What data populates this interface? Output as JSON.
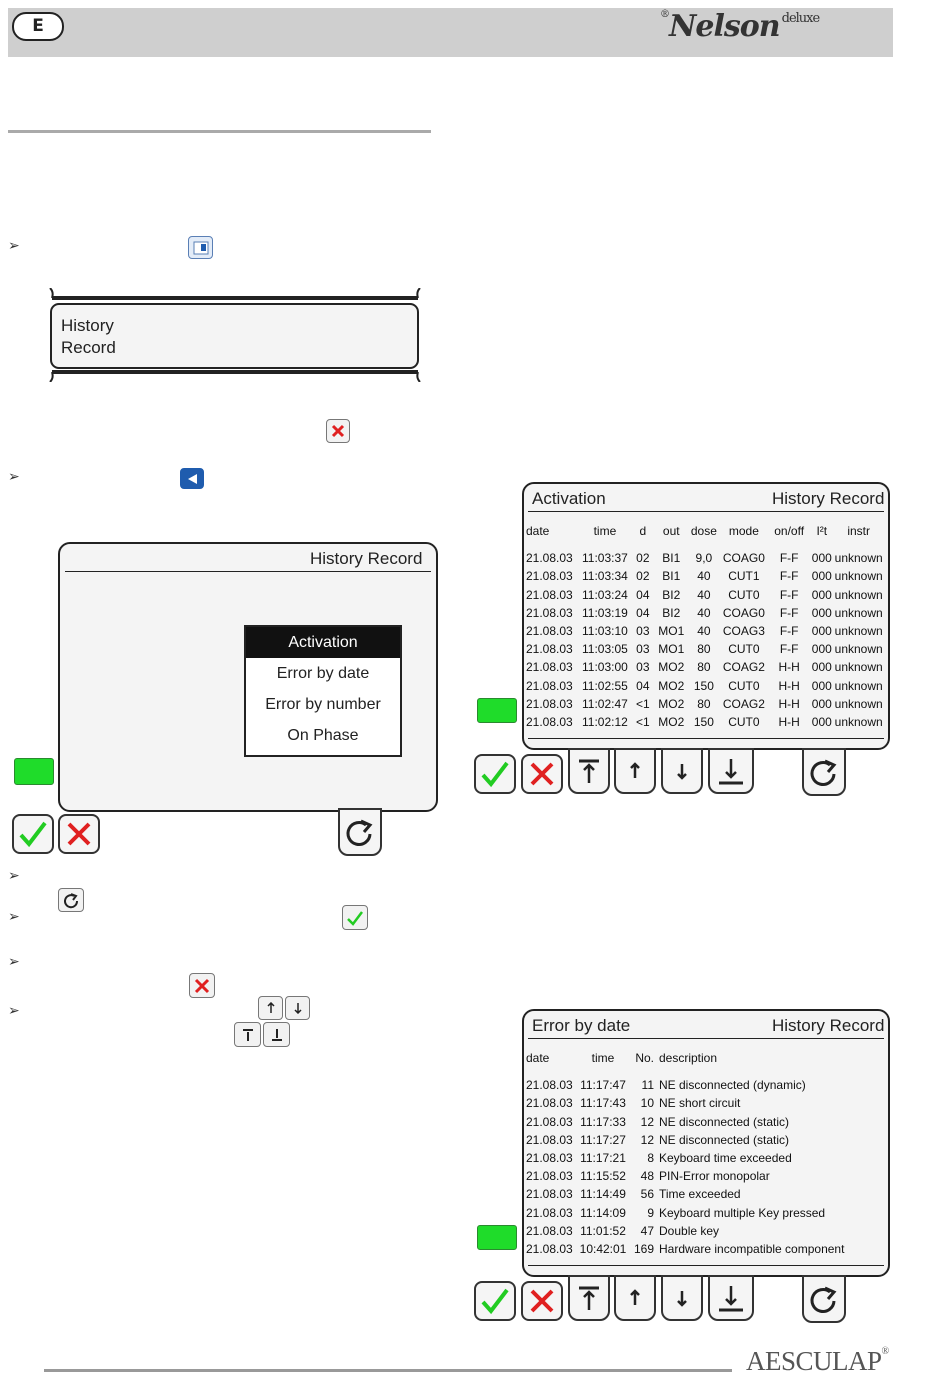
{
  "header": {
    "lang_badge": "E",
    "logo_registered": "®",
    "logo_brand": "Nelson",
    "logo_suffix": "deluxe"
  },
  "bullets": {
    "b1": "➢",
    "b2": "➢",
    "b3": "➢",
    "b4": "➢",
    "b5": "➢",
    "b6": "➢"
  },
  "screen_history_banner": {
    "line1": "History",
    "line2": "Record"
  },
  "screen_menu": {
    "title": "History Record",
    "items": [
      "Activation",
      "Error by date",
      "Error by number",
      "On Phase"
    ],
    "selected_index": 0
  },
  "screen_activation": {
    "left_title": "Activation",
    "right_title": "History Record",
    "columns": [
      "date",
      "time",
      "d",
      "out",
      "dose",
      "mode",
      "on/off",
      "I²t",
      "instr"
    ],
    "rows": [
      [
        "21.08.03",
        "11:03:37",
        "02",
        "BI1",
        "9,0",
        "COAG0",
        "F-F",
        "000",
        "unknown"
      ],
      [
        "21.08.03",
        "11:03:34",
        "02",
        "BI1",
        "40",
        "CUT1",
        "F-F",
        "000",
        "unknown"
      ],
      [
        "21.08.03",
        "11:03:24",
        "04",
        "BI2",
        "40",
        "CUT0",
        "F-F",
        "000",
        "unknown"
      ],
      [
        "21.08.03",
        "11:03:19",
        "04",
        "BI2",
        "40",
        "COAG0",
        "F-F",
        "000",
        "unknown"
      ],
      [
        "21.08.03",
        "11:03:10",
        "03",
        "MO1",
        "40",
        "COAG3",
        "F-F",
        "000",
        "unknown"
      ],
      [
        "21.08.03",
        "11:03:05",
        "03",
        "MO1",
        "80",
        "CUT0",
        "F-F",
        "000",
        "unknown"
      ],
      [
        "21.08.03",
        "11:03:00",
        "03",
        "MO2",
        "80",
        "COAG2",
        "H-H",
        "000",
        "unknown"
      ],
      [
        "21.08.03",
        "11:02:55",
        "04",
        "MO2",
        "150",
        "CUT0",
        "H-H",
        "000",
        "unknown"
      ],
      [
        "21.08.03",
        "11:02:47",
        "<1",
        "MO2",
        "80",
        "COAG2",
        "H-H",
        "000",
        "unknown"
      ],
      [
        "21.08.03",
        "11:02:12",
        "<1",
        "MO2",
        "150",
        "CUT0",
        "H-H",
        "000",
        "unknown"
      ]
    ]
  },
  "screen_error": {
    "left_title": "Error by date",
    "right_title": "History Record",
    "columns": [
      "date",
      "time",
      "No.",
      "description"
    ],
    "rows": [
      [
        "21.08.03",
        "11:17:47",
        "11",
        "NE disconnected (dynamic)"
      ],
      [
        "21.08.03",
        "11:17:43",
        "10",
        "NE short circuit"
      ],
      [
        "21.08.03",
        "11:17:33",
        "12",
        "NE disconnected (static)"
      ],
      [
        "21.08.03",
        "11:17:27",
        "12",
        "NE disconnected (static)"
      ],
      [
        "21.08.03",
        "11:17:21",
        "8",
        "Keyboard time exceeded"
      ],
      [
        "21.08.03",
        "11:15:52",
        "48",
        "PIN-Error monopolar"
      ],
      [
        "21.08.03",
        "11:14:49",
        "56",
        "Time exceeded"
      ],
      [
        "21.08.03",
        "11:14:09",
        "9",
        "Keyboard multiple Key pressed"
      ],
      [
        "21.08.03",
        "11:01:52",
        "47",
        "Double key"
      ],
      [
        "21.08.03",
        "10:42:01",
        "169",
        "Hardware incompatible component"
      ]
    ]
  },
  "footer": {
    "brand": "AESCULAP",
    "registered": "®"
  },
  "colors": {
    "header_bg": "#cfcfcf",
    "led_green": "#1fdc2a",
    "check_green": "#22cc22",
    "cross_red": "#e02020",
    "icon_blue": "#1f5cae"
  }
}
